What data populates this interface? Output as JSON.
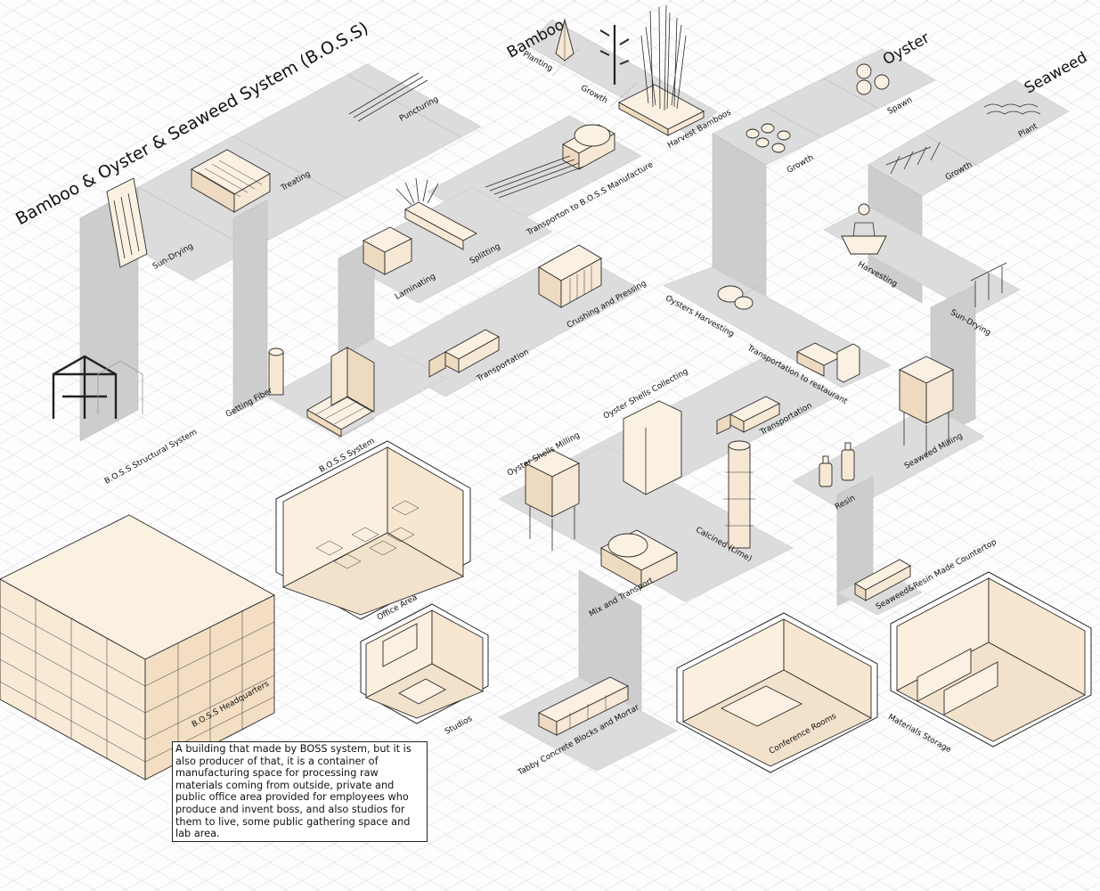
{
  "title": "Bamboo & Oyster & Seaweed System (B.O.S.S)",
  "sections": {
    "bamboo": "Bamboo",
    "oyster": "Oyster",
    "seaweed": "Seaweed"
  },
  "process_labels": {
    "planting": "Planting",
    "growth_bamboo": "Growth",
    "harvest_bamboos": "Harvest Bamboos",
    "puncturing": "Puncturing",
    "treating": "Treating",
    "sun_drying_bamboo": "Sun-Drying",
    "transport_to_boss": "Transporton to B.O.S.S Manufacture",
    "splitting": "Splitting",
    "laminating": "Laminating",
    "crushing_pressing": "Crushing and Pressing",
    "transportation_1": "Transportation",
    "getting_fiber": "Getting Fiber",
    "boss_system": "B.O.S.S System",
    "boss_structural": "B.O.S.S Structural System",
    "spawn": "Spawn",
    "growth_oyster": "Growth",
    "oysters_harvesting": "Oysters Harvesting",
    "transport_restaurant": "Transportation to restaurant",
    "oyster_shells_collecting": "Oyster Shells Collecting",
    "transportation_2": "Transportation",
    "oyster_shells_milling": "Oyster Shells Milling",
    "calcined_lime": "Calcined (Lime)",
    "mix_transport": "Mix and Transport",
    "tabby_concrete": "Tabby Concrete Blocks and Mortar",
    "plant": "Plant",
    "growth_seaweed": "Growth",
    "harvesting": "Harvesting",
    "sun_drying_seaweed": "Sun-Drying",
    "seaweed_milling": "Seaweed Milling",
    "resin": "Resin",
    "countertop": "Seaweed&Resin Made Countertop"
  },
  "space_labels": {
    "office_area": "Office Area",
    "studios": "Studios",
    "conference_rooms": "Conference Rooms",
    "materials_storage": "Materials Storage",
    "headquarters": "B.O.S.S Headquarters"
  },
  "note": "A building that made by BOSS system, but it is also producer of that, it is a container of manufacturing space for processing raw materials coming from outside, private and public office area provided for employees who produce and invent boss, and also studios for them to live, some public gathering space and lab area."
}
